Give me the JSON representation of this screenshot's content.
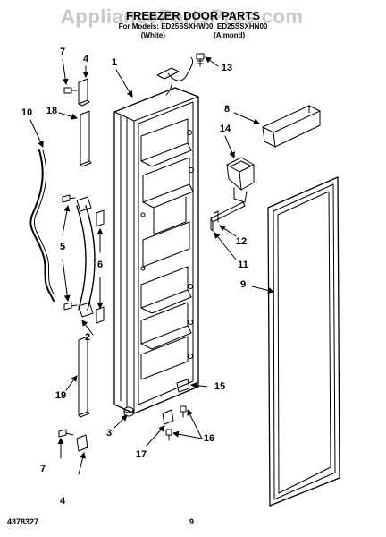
{
  "watermark": "AppliancePartsPros.com",
  "header": {
    "title": "FREEZER DOOR PARTS",
    "subtitle": "For Models: ED25SSXHW00, ED25SSXHN00",
    "variants": [
      "(White)",
      "(Almond)"
    ]
  },
  "callouts": [
    {
      "id": "c1",
      "text": "1"
    },
    {
      "id": "c2",
      "text": "2"
    },
    {
      "id": "c3",
      "text": "3"
    },
    {
      "id": "c4a",
      "text": "4"
    },
    {
      "id": "c4b",
      "text": "4"
    },
    {
      "id": "c5",
      "text": "5"
    },
    {
      "id": "c6",
      "text": "6"
    },
    {
      "id": "c7a",
      "text": "7"
    },
    {
      "id": "c7b",
      "text": "7"
    },
    {
      "id": "c8",
      "text": "8"
    },
    {
      "id": "c9",
      "text": "9"
    },
    {
      "id": "c10",
      "text": "10"
    },
    {
      "id": "c11",
      "text": "11"
    },
    {
      "id": "c12",
      "text": "12"
    },
    {
      "id": "c13",
      "text": "13"
    },
    {
      "id": "c14",
      "text": "14"
    },
    {
      "id": "c15",
      "text": "15"
    },
    {
      "id": "c16",
      "text": "16"
    },
    {
      "id": "c17",
      "text": "17"
    },
    {
      "id": "c18",
      "text": "18"
    },
    {
      "id": "c19",
      "text": "19"
    }
  ],
  "footer": {
    "doc_number": "4378327",
    "page_number": "9"
  },
  "colors": {
    "line": "#000000",
    "watermark": "#c8c8c8"
  }
}
